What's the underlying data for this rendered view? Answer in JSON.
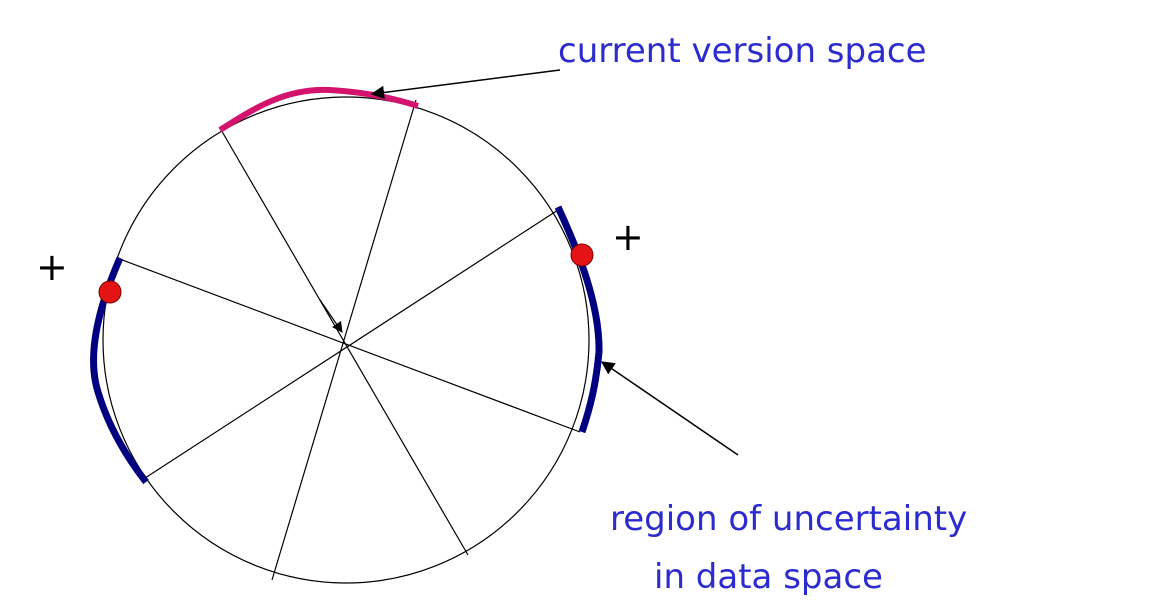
{
  "labels": {
    "current_version_space": "current version space",
    "region_line1": "region of uncertainty",
    "region_line2": "in data space",
    "plus_left": "+",
    "plus_right": "+"
  },
  "colors": {
    "label_text": "#2b2bd0",
    "version_arc": "#d4136e",
    "uncertainty_arc": "#000080",
    "point_fill": "#e41414",
    "line": "#000000",
    "plus": "#000000"
  }
}
